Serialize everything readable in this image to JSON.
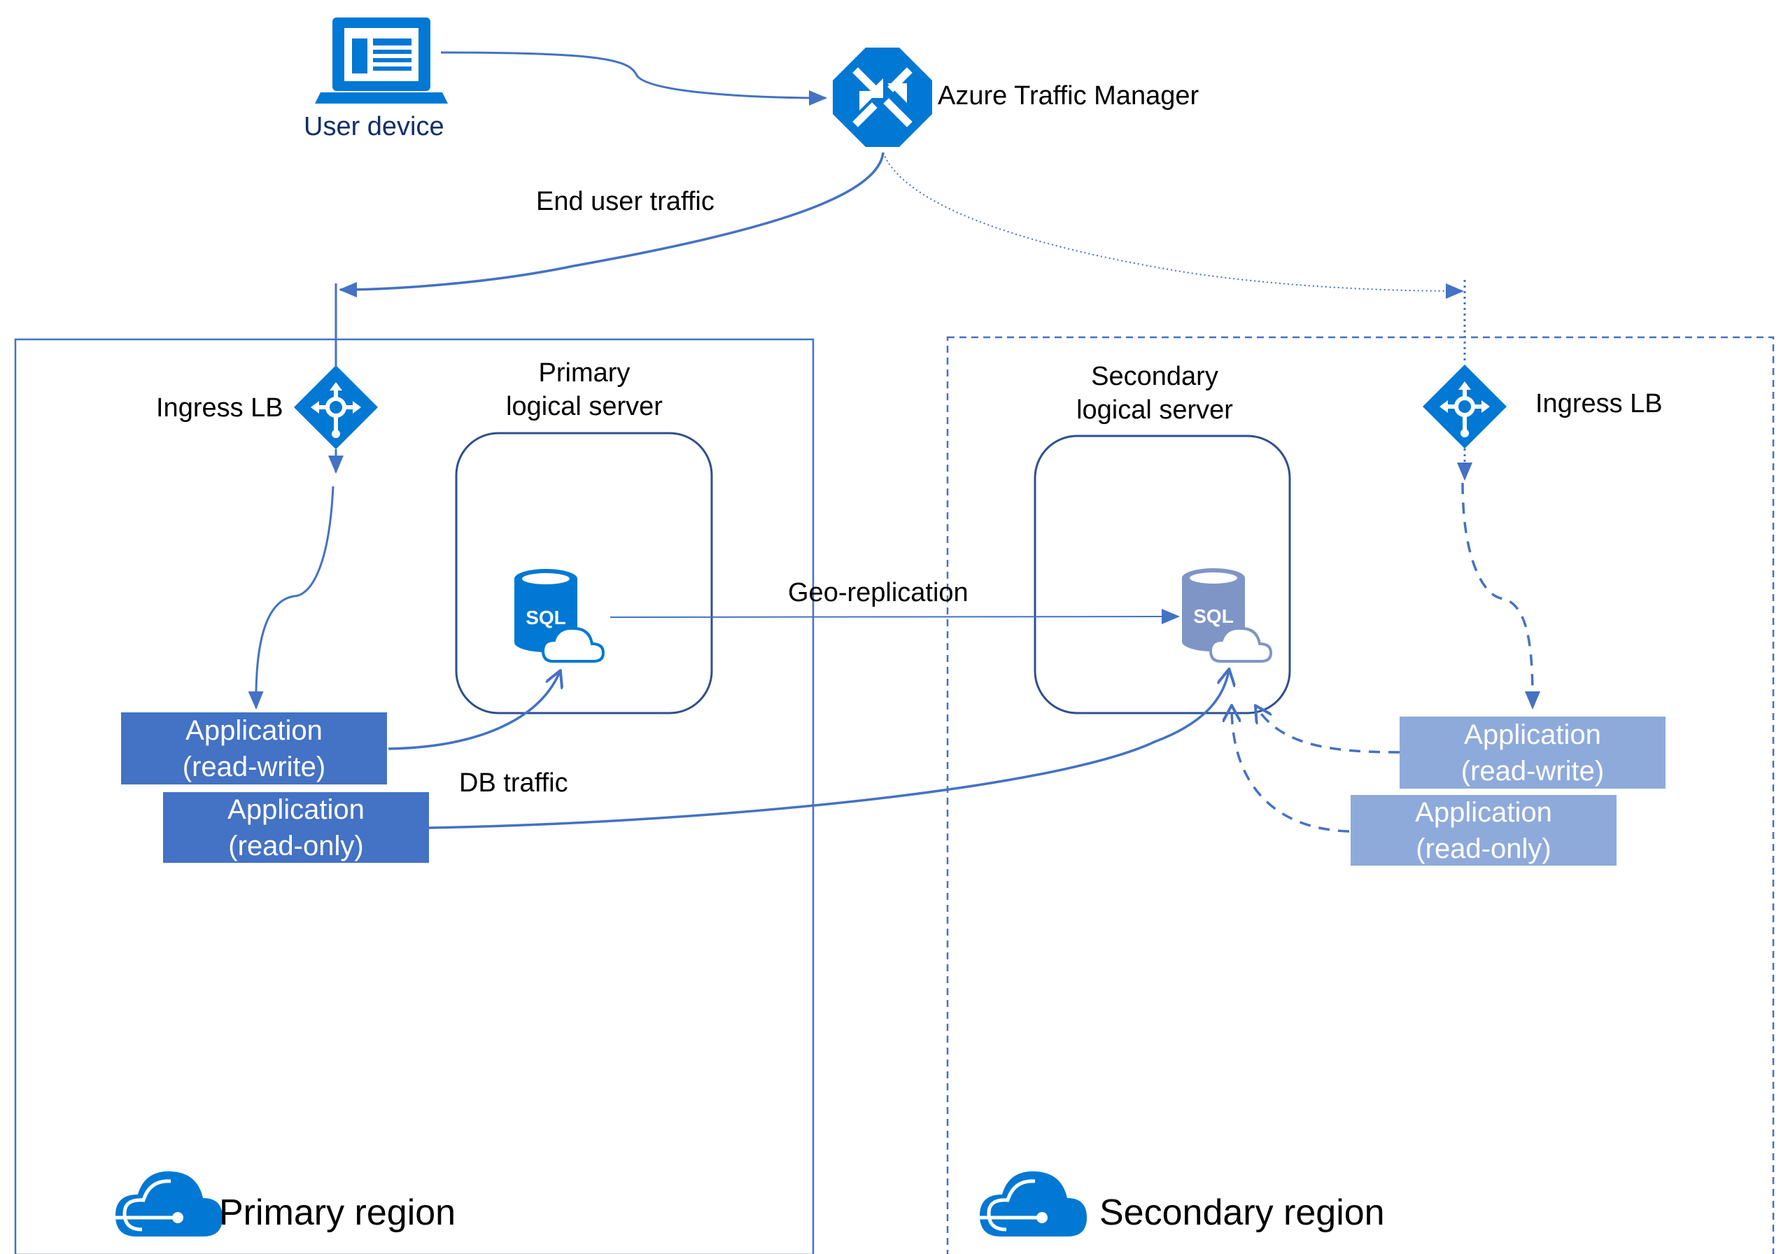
{
  "user_device": {
    "label": "User device"
  },
  "traffic_manager": {
    "label": "Azure Traffic Manager"
  },
  "edges": {
    "end_user_traffic": "End user traffic",
    "geo_replication": "Geo-replication",
    "db_traffic": "DB traffic"
  },
  "primary_region": {
    "title": "Primary region",
    "ingress": "Ingress LB",
    "server_title_line1": "Primary",
    "server_title_line2": "logical server",
    "sql_label": "SQL",
    "app_rw_line1": "Application",
    "app_rw_line2": "(read-write)",
    "app_ro_line1": "Application",
    "app_ro_line2": "(read-only)"
  },
  "secondary_region": {
    "title": "Secondary region",
    "ingress": "Ingress LB",
    "server_title_line1": "Secondary",
    "server_title_line2": "logical server",
    "sql_label": "SQL",
    "app_rw_line1": "Application",
    "app_rw_line2": "(read-write)",
    "app_ro_line1": "Application",
    "app_ro_line2": "(read-only)"
  },
  "colors": {
    "azure_blue": "#0078d4",
    "line_blue": "#4472c4",
    "primary_app": "#4472c4",
    "secondary_app": "#8eaadb",
    "server_border": "#2f4f8f",
    "sql_dim": "#7f95c6"
  },
  "icons": [
    "laptop-icon",
    "traffic-manager-icon",
    "load-balancer-icon",
    "sql-database-icon",
    "cloud-icon",
    "region-cloud-icon"
  ]
}
